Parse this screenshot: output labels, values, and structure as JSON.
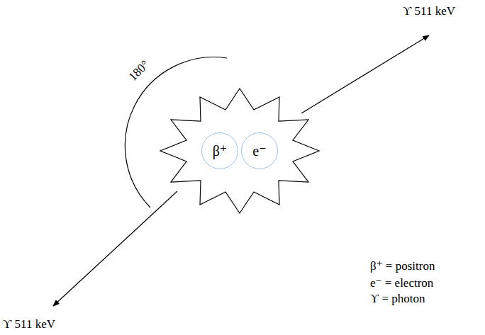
{
  "diagram": {
    "nodes": [
      {
        "text": [
          "β⁺"
        ]
      },
      {
        "text": [
          "e⁻"
        ]
      }
    ],
    "labels": [
      "ϒ 511 keV",
      "ϒ 511 keV",
      "180°",
      "β⁺ = positron",
      "e⁻ = electron",
      "ϒ = photon"
    ]
  }
}
